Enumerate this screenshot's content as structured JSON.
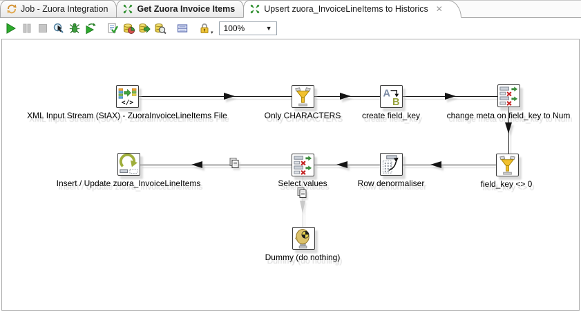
{
  "tabs": [
    {
      "label": "Job - Zuora Integration",
      "icon": "job-icon",
      "active": false,
      "bold": false,
      "closable": false
    },
    {
      "label": "Get Zuora Invoice Items",
      "icon": "transformation-icon",
      "active": false,
      "bold": true,
      "closable": false
    },
    {
      "label": "Upsert zuora_InvoiceLineItems to Historics",
      "icon": "transformation-icon",
      "active": true,
      "bold": false,
      "closable": true
    }
  ],
  "toolbar": {
    "buttons": [
      {
        "icon": "run-icon",
        "enabled": true
      },
      {
        "icon": "pause-icon",
        "enabled": false
      },
      {
        "icon": "stop-icon",
        "enabled": false
      },
      {
        "icon": "preview-icon",
        "enabled": true
      },
      {
        "icon": "debug-icon",
        "enabled": true
      },
      {
        "icon": "replay-icon",
        "enabled": true
      },
      {
        "icon": "verify-icon",
        "enabled": true
      },
      {
        "icon": "impact-icon",
        "enabled": true
      },
      {
        "icon": "sql-icon",
        "enabled": true
      },
      {
        "icon": "explore-database-icon",
        "enabled": true
      },
      {
        "icon": "show-results-icon",
        "enabled": true
      },
      {
        "icon": "lock-icon",
        "enabled": true
      }
    ],
    "zoom_value": "100%"
  },
  "canvas": {
    "steps": [
      {
        "id": "xml-input",
        "label": "XML Input Stream (StAX) - ZuoraInvoiceLineItems File",
        "icon": "xml-input-stax-icon"
      },
      {
        "id": "only-characters",
        "label": "Only CHARACTERS",
        "icon": "filter-rows-icon"
      },
      {
        "id": "create-field-key",
        "label": "create field_key",
        "icon": "value-mapper-ab-icon"
      },
      {
        "id": "change-meta",
        "label": "change meta on field_key to Num",
        "icon": "select-values-icon"
      },
      {
        "id": "field-key-not-zero",
        "label": "field_key <> 0",
        "icon": "filter-rows-icon"
      },
      {
        "id": "row-denormaliser",
        "label": "Row denormaliser",
        "icon": "row-denormaliser-icon"
      },
      {
        "id": "select-values",
        "label": "Select values",
        "icon": "select-values-icon"
      },
      {
        "id": "insert-update",
        "label": "Insert / Update zuora_InvoiceLineItems",
        "icon": "insert-update-icon"
      },
      {
        "id": "dummy",
        "label": "Dummy (do nothing)",
        "icon": "dummy-icon"
      }
    ],
    "hops": [
      {
        "from": "xml-input",
        "to": "only-characters",
        "style": "normal"
      },
      {
        "from": "only-characters",
        "to": "create-field-key",
        "style": "normal"
      },
      {
        "from": "create-field-key",
        "to": "change-meta",
        "style": "normal"
      },
      {
        "from": "change-meta",
        "to": "field-key-not-zero",
        "style": "normal"
      },
      {
        "from": "field-key-not-zero",
        "to": "row-denormaliser",
        "style": "normal"
      },
      {
        "from": "row-denormaliser",
        "to": "select-values",
        "style": "normal"
      },
      {
        "from": "select-values",
        "to": "insert-update",
        "style": "normal",
        "copy_marker": true
      },
      {
        "from": "select-values",
        "to": "dummy",
        "style": "disabled-gray",
        "copy_marker": true
      }
    ]
  },
  "colors": {
    "kettle_green": "#2f8f2f",
    "job_orange": "#d2902f",
    "funnel_gold": "#f2c12e",
    "olive_arrow": "#9fae3b",
    "hop_black": "#141414",
    "hop_gray": "#c9c9c9",
    "canvas_border": "#a9a9a9"
  }
}
